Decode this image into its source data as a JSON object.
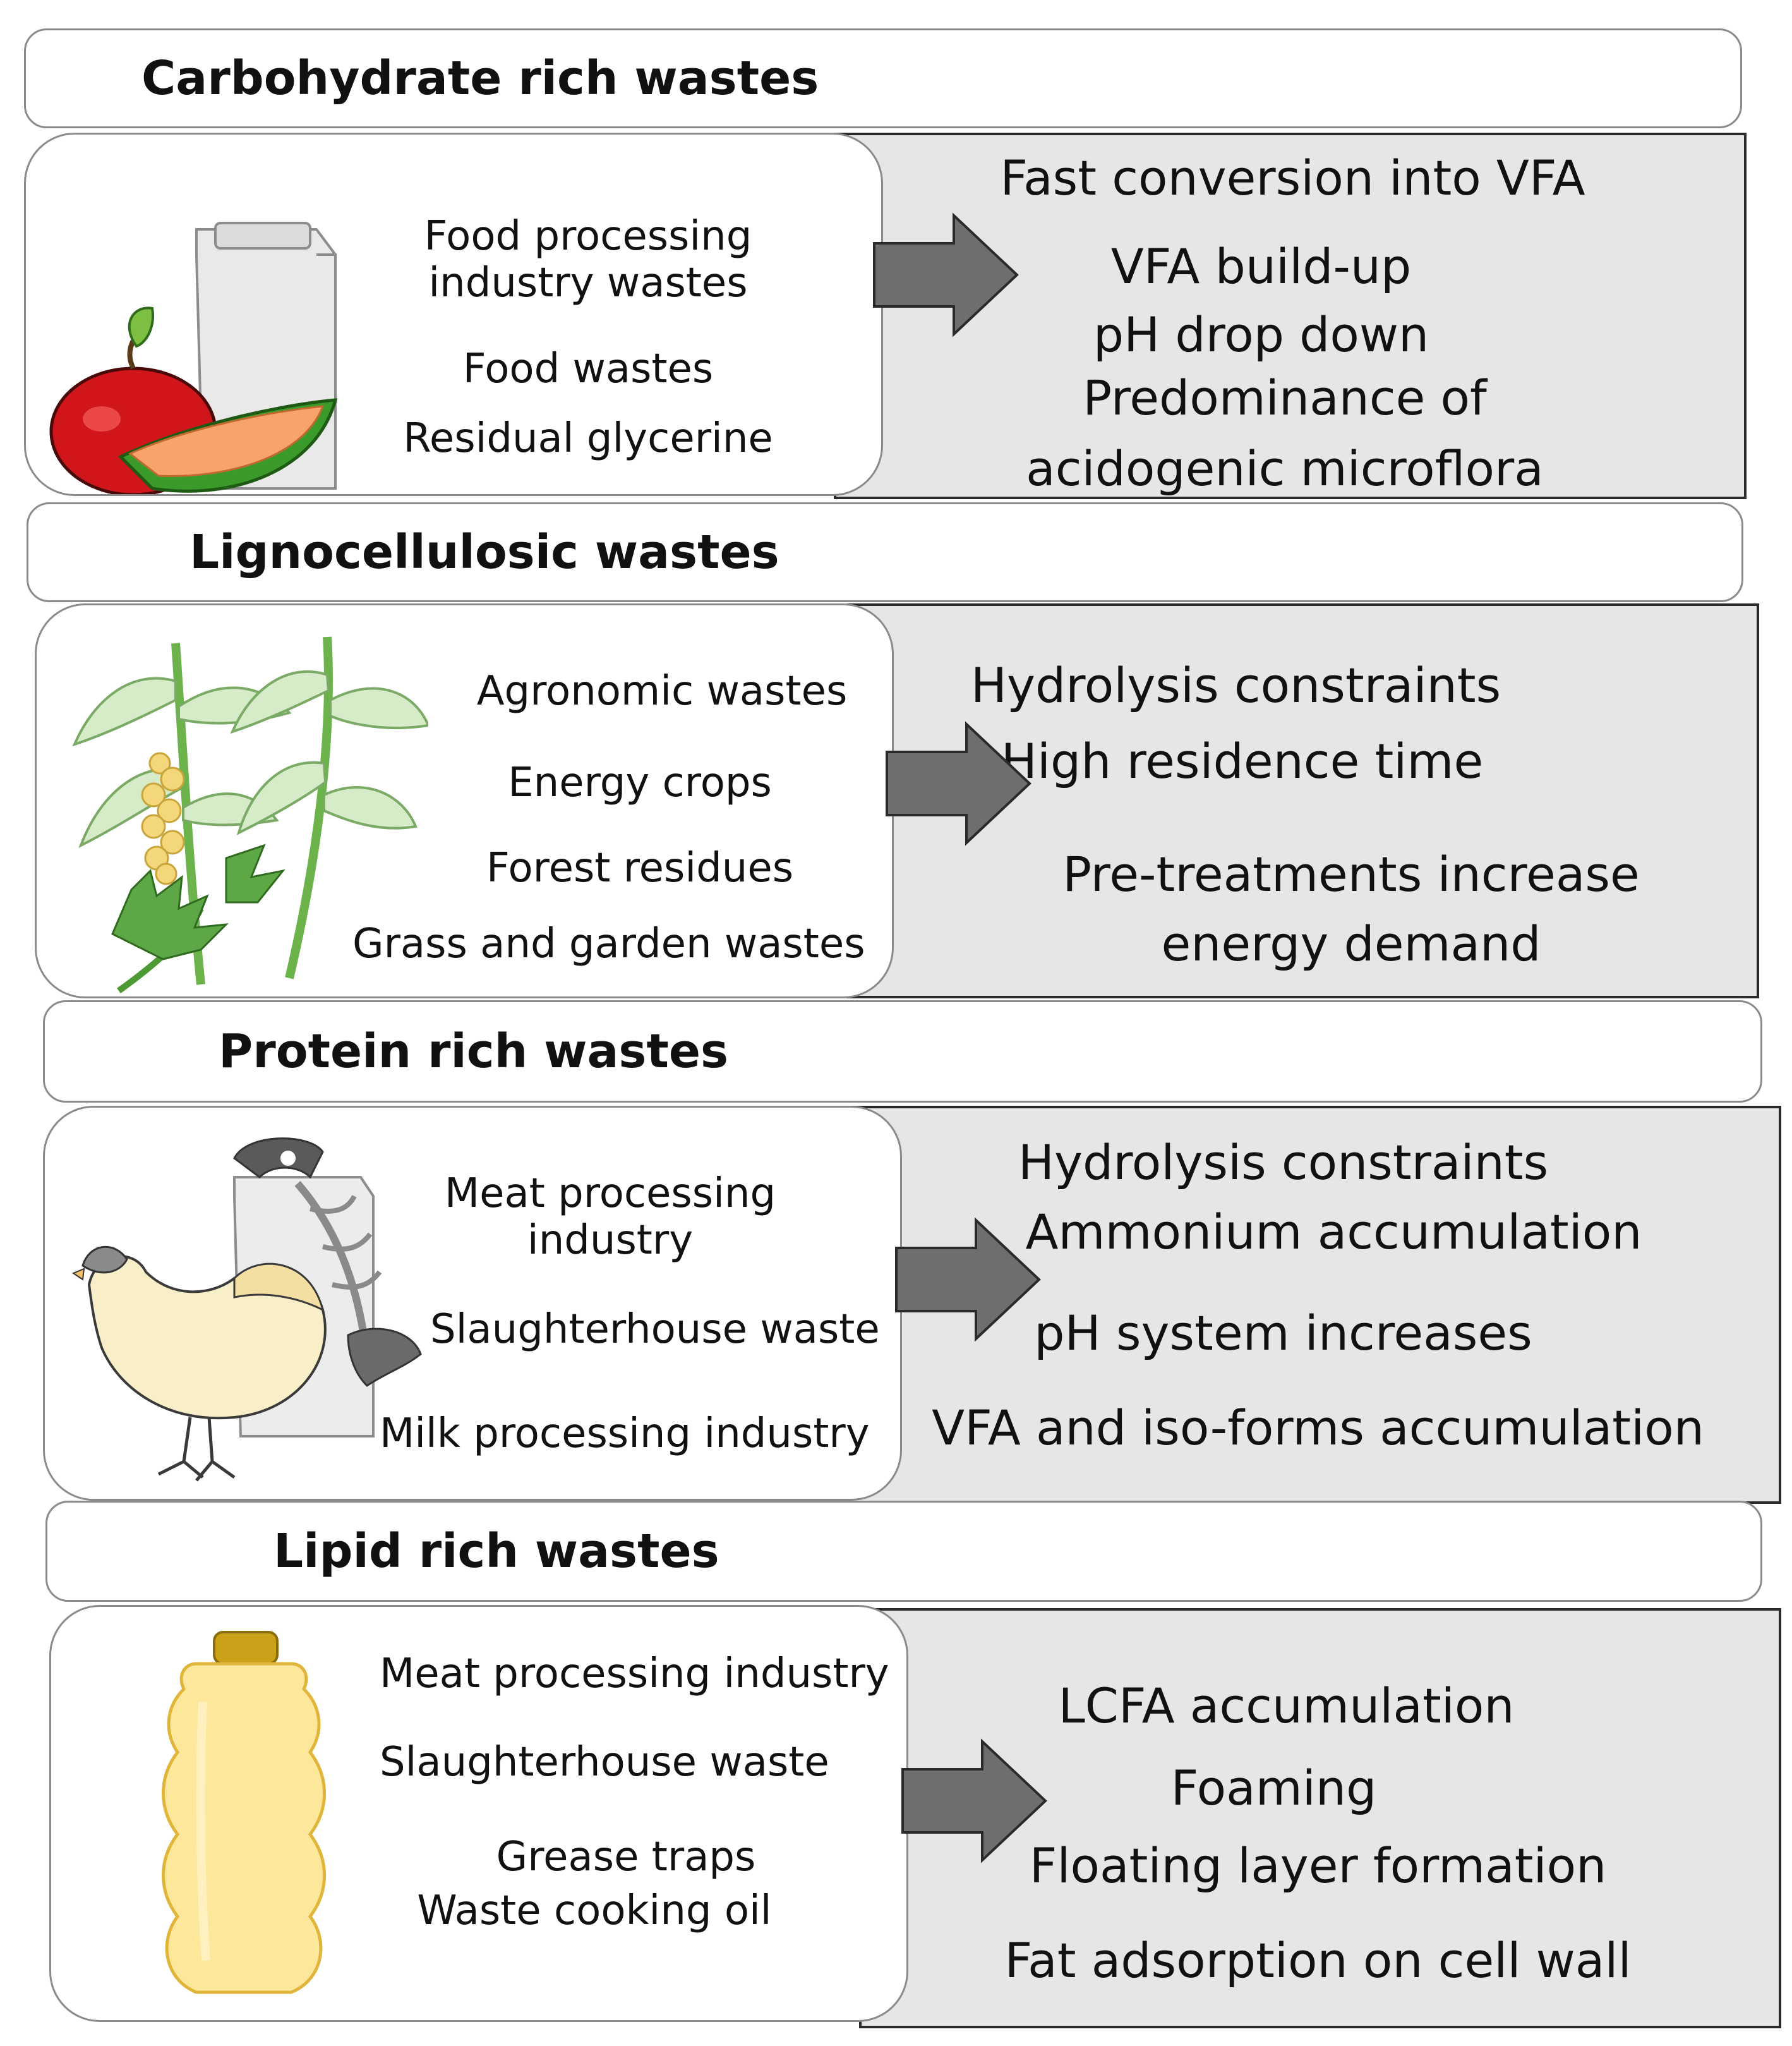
{
  "sections": [
    {
      "title": "Carbohydrate rich wastes",
      "sources": [
        "Food processing industry wastes",
        "Food wastes",
        "Residual glycerine"
      ],
      "effects": [
        "Fast conversion into VFA",
        "VFA build-up",
        "pH drop down",
        "Predominance of acidogenic microflora"
      ]
    },
    {
      "title": "Lignocellulosic wastes",
      "sources": [
        "Agronomic wastes",
        "Energy crops",
        "Forest residues",
        "Grass and garden wastes"
      ],
      "effects": [
        "Hydrolysis constraints",
        "High residence time",
        "Pre-treatments increase energy demand"
      ]
    },
    {
      "title": "Protein rich wastes",
      "sources": [
        "Meat processing industry",
        "Slaughterhouse waste",
        "Milk processing industry"
      ],
      "effects": [
        "Hydrolysis constraints",
        "Ammonium accumulation",
        "pH system increases",
        "VFA and iso-forms accumulation"
      ]
    },
    {
      "title": "Lipid rich wastes",
      "sources": [
        "Meat processing industry",
        "Slaughterhouse waste",
        "Grease traps",
        "Waste cooking oil"
      ],
      "effects": [
        "LCFA accumulation",
        "Foaming",
        "Floating layer formation",
        "Fat adsorption on cell wall"
      ]
    }
  ],
  "icons": [
    "fruit-and-carton-icon",
    "plant-icon",
    "chicken-and-bones-icon",
    "oil-bottle-icon"
  ],
  "colors": {
    "effect_fill": "#e6e6e6",
    "arrow_fill": "#6e6e6e",
    "border": "#8a8a8a"
  }
}
